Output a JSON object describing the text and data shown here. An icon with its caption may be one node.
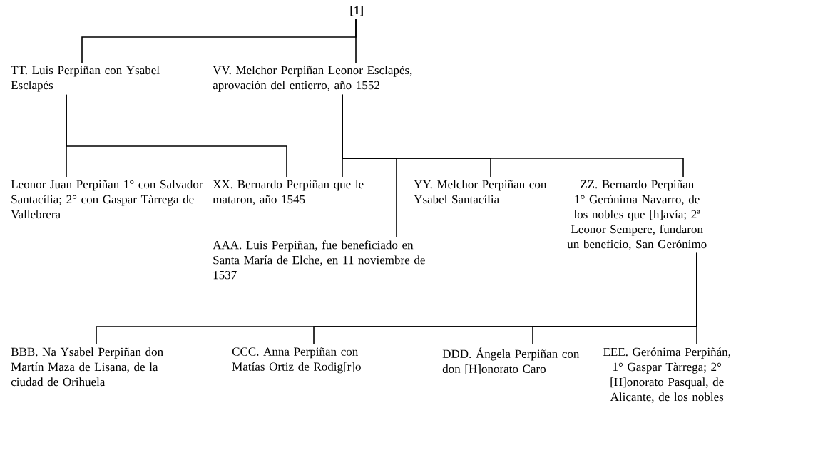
{
  "diagram": {
    "nodes": [
      {
        "text": [
          "[1]"
        ]
      },
      {
        "text": [
          "TT. Luis Perpiñan con Ysabel Esclapés"
        ]
      },
      {
        "text": [
          "VV. Melchor Perpiñan Leonor Esclapés, aprovación del entierro, año 1552"
        ]
      },
      {
        "text": [
          "Leonor Juan Perpiñan 1° con Salvador Santacília; 2° con Gaspar Tàrrega de Vallebrera"
        ]
      },
      {
        "text": [
          "XX. Bernardo Perpiñan que le mataron, año 1545"
        ]
      },
      {
        "text": [
          "YY. Melchor Perpiñan con Ysabel Santacília"
        ]
      },
      {
        "text": [
          "ZZ. Bernardo Perpiñan 1° Gerónima Navarro, de los nobles que [h]avía; 2ª Leonor Sempere, fundaron un beneficio, San Gerónimo"
        ]
      },
      {
        "text": [
          "AAA. Luis Perpiñan, fue beneficiado en Santa María de Elche, en 11 noviembre de 1537"
        ]
      },
      {
        "text": [
          "BBB. Na Ysabel Perpiñan don Martín Maza de Lisana, de la ciudad de Orihuela"
        ]
      },
      {
        "text": [
          "CCC. Anna Perpiñan con Matías Ortiz de Rodig[r]o"
        ]
      },
      {
        "text": [
          "DDD. Ángela Perpiñan con don [H]onorato Caro"
        ]
      },
      {
        "text": [
          "EEE. Gerónima Perpiñán, 1° Gaspar Tàrrega; 2° [H]onorato Pasqual, de Alicante, de los nobles"
        ]
      }
    ],
    "edges": [
      {
        "from": 0,
        "to": 1,
        "arrow": "none"
      },
      {
        "from": 0,
        "to": 2,
        "arrow": "none"
      },
      {
        "from": 1,
        "to": 3,
        "arrow": "none"
      },
      {
        "from": 1,
        "to": 4,
        "arrow": "none"
      },
      {
        "from": 2,
        "to": 4,
        "arrow": "none"
      },
      {
        "from": 2,
        "to": 7,
        "arrow": "none"
      },
      {
        "from": 2,
        "to": 5,
        "arrow": "none"
      },
      {
        "from": 2,
        "to": 6,
        "arrow": "none"
      },
      {
        "from": 6,
        "to": 8,
        "arrow": "none"
      },
      {
        "from": 6,
        "to": 9,
        "arrow": "none"
      },
      {
        "from": 6,
        "to": 10,
        "arrow": "none"
      },
      {
        "from": 6,
        "to": 11,
        "arrow": "none"
      }
    ]
  }
}
